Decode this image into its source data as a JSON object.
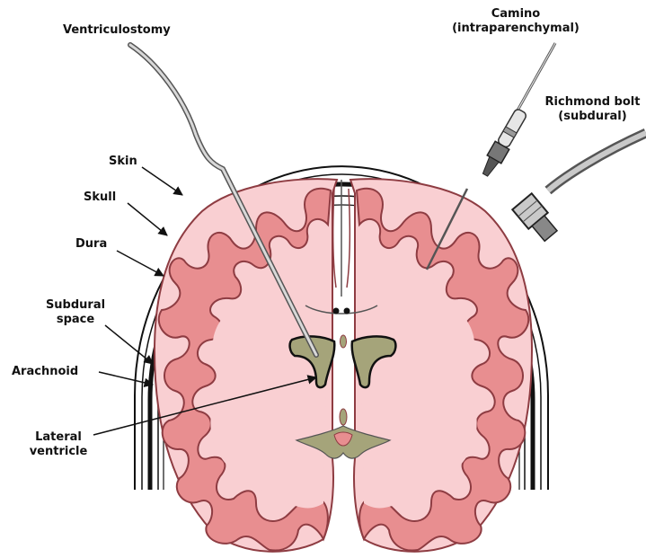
{
  "labels": {
    "ventriculostomy": "Ventriculostomy",
    "camino_line1": "Camino",
    "camino_line2": "(intraparenchymal)",
    "richmond_line1": "Richmond bolt",
    "richmond_line2": "(subdural)",
    "skin": "Skin",
    "skull": "Skull",
    "dura": "Dura",
    "subdural_line1": "Subdural",
    "subdural_line2": "space",
    "arachnoid": "Arachnoid",
    "lateral_line1": "Lateral",
    "lateral_line2": "ventricle"
  },
  "colors": {
    "brain_fill": "#f9cfd2",
    "gyri_fill": "#e88e90",
    "gyri_stroke": "#8e3c42",
    "ventricle_fill": "#a5a47a",
    "line": "#111111",
    "device": "#cccccc"
  }
}
